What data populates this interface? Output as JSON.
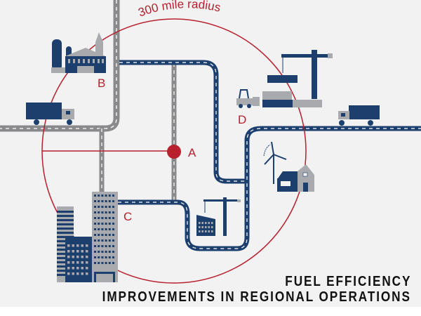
{
  "title": {
    "line1": "FUEL EFFICIENCY",
    "line2": "IMPROVEMENTS IN REGIONAL OPERATIONS"
  },
  "radius_label": "300 mile radius",
  "locations": {
    "a": "A",
    "b": "B",
    "c": "C",
    "d": "D"
  },
  "colors": {
    "background": "#f2f2f3",
    "navy": "#1c3f6e",
    "gray": "#8a8a8c",
    "light_gray": "#a9aaad",
    "red": "#b8202e",
    "text": "#111111"
  },
  "icons": [
    "farm-icon",
    "truck-icon",
    "forklift-icon",
    "shipping-containers-icon",
    "tower-crane-icon",
    "wind-turbine-icon",
    "house-icon",
    "office-buildings-icon",
    "construction-site-icon"
  ]
}
